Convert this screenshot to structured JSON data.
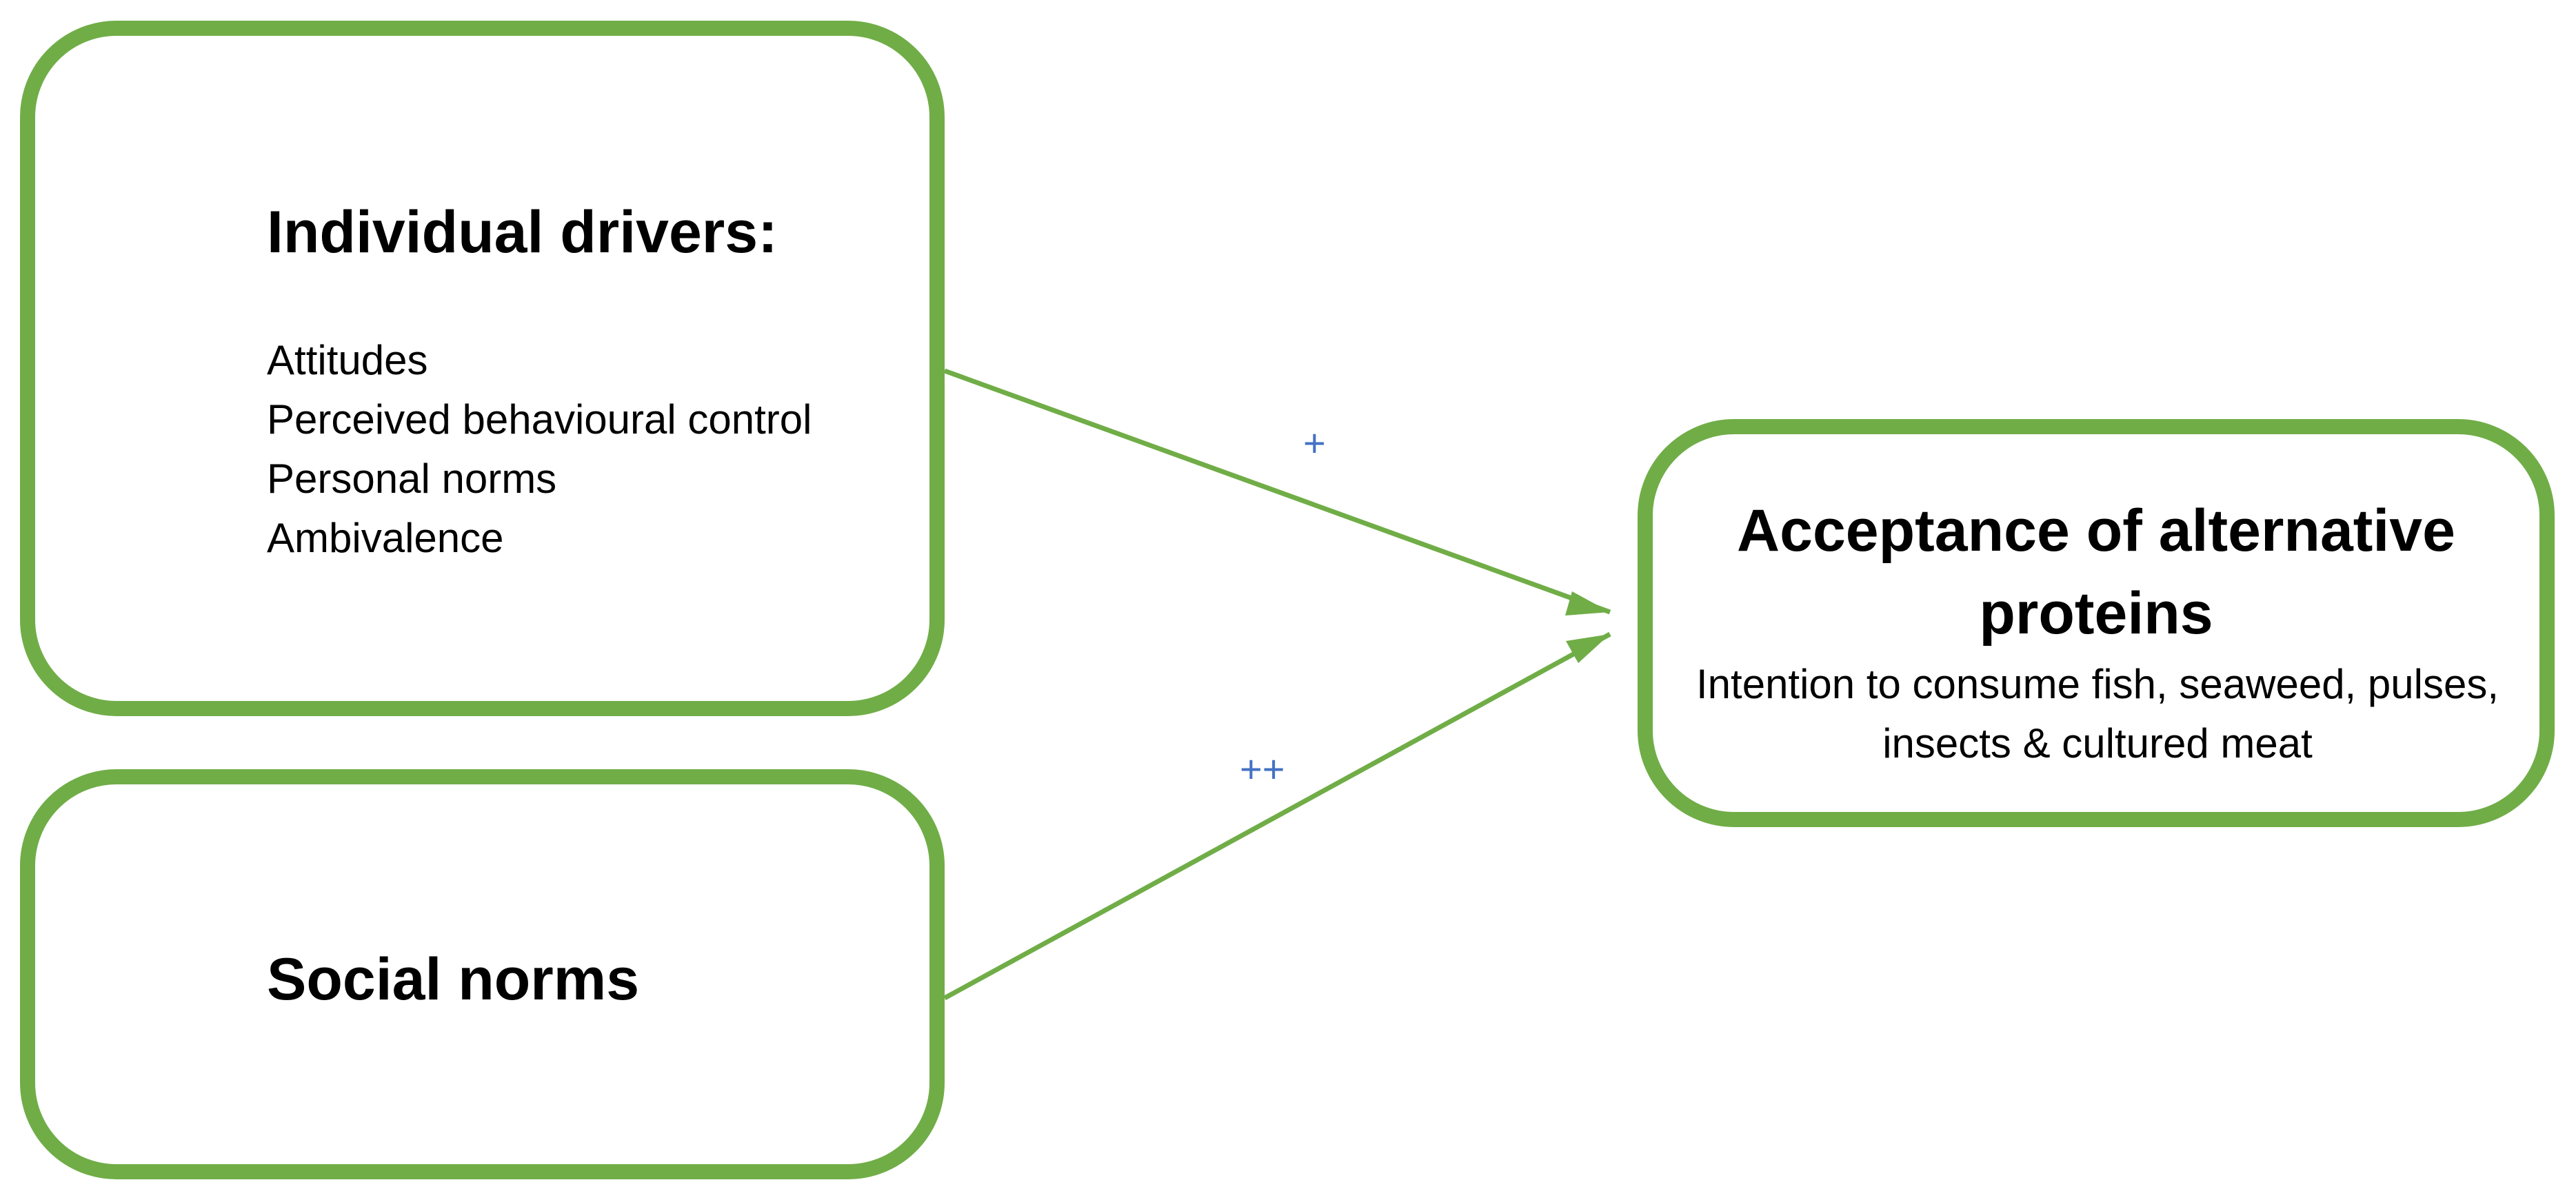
{
  "individual_drivers": {
    "heading": "Individual drivers:",
    "items": [
      "Attitudes",
      "Perceived behavioural control",
      "Personal norms",
      "Ambivalence"
    ]
  },
  "social_norms": {
    "heading": "Social norms"
  },
  "acceptance": {
    "heading": "Acceptance of alternative proteins",
    "detail": "Intention to consume fish, seaweed, pulses, insects & cultured meat"
  },
  "effects": {
    "individual_to_acceptance": "+",
    "social_to_acceptance": "++"
  },
  "colors": {
    "box_border": "#70AD47",
    "arrow": "#70AD47",
    "effect_sign": "#4472C4"
  }
}
